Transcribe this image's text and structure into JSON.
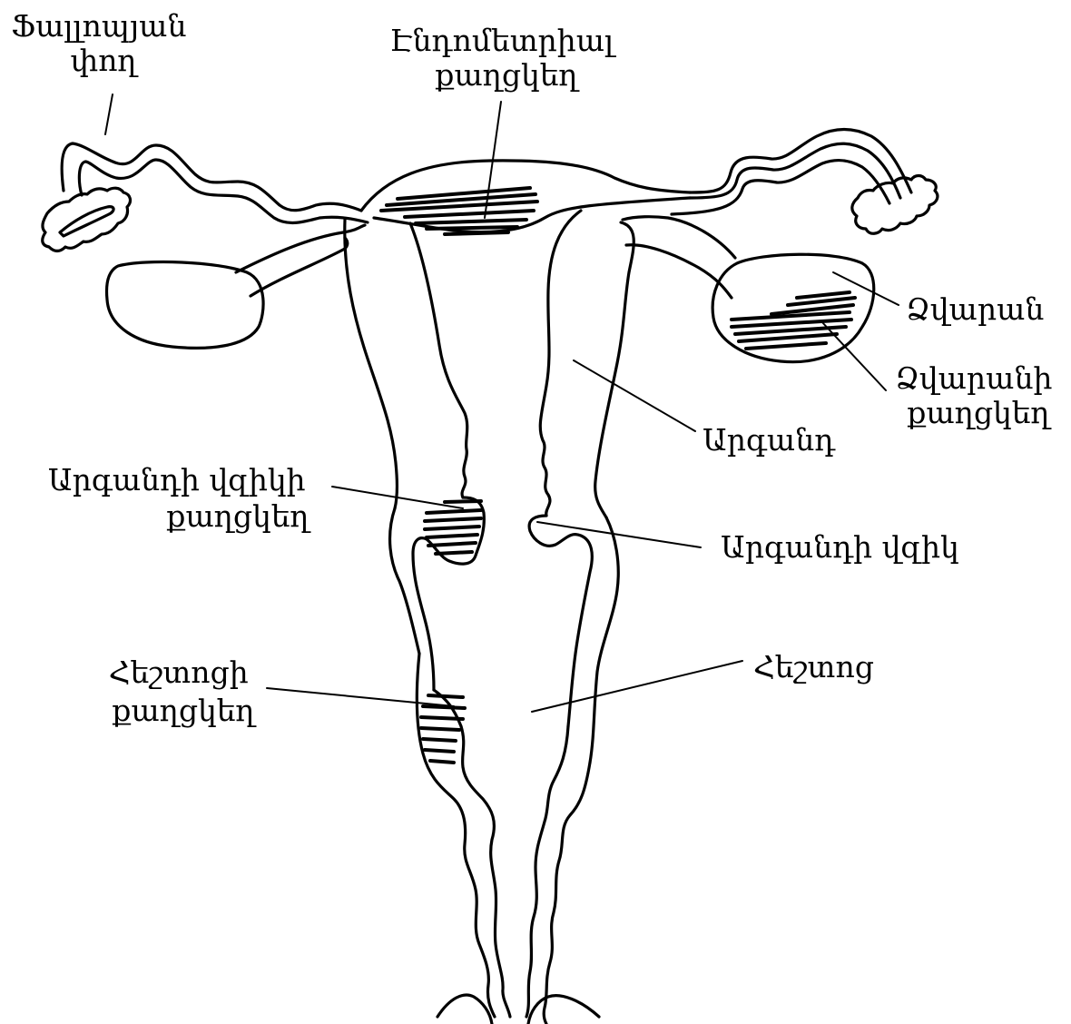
{
  "diagram": {
    "labels": {
      "fallopian_tube": [
        "Ֆալլոպյան",
        "փող"
      ],
      "endometrial_cysts": [
        "Էնդոմետրիալ",
        "քաղցկեղ"
      ],
      "ovary": [
        "Ձվարան"
      ],
      "ovarian_cysts": [
        "Ձվարանի",
        "քաղցկեղ"
      ],
      "uterus": [
        "Արգանդ"
      ],
      "cervical_cysts": [
        "Արգանդի վզիկի",
        "քաղցկեղ"
      ],
      "cervix": [
        "Արգանդի վզիկ"
      ],
      "vaginal_cysts": [
        "Հեշտոցի",
        "քաղցկեղ"
      ],
      "vagina": [
        "Հեշտոց"
      ]
    },
    "colors": {
      "line": "#000000",
      "background": "#ffffff"
    }
  }
}
